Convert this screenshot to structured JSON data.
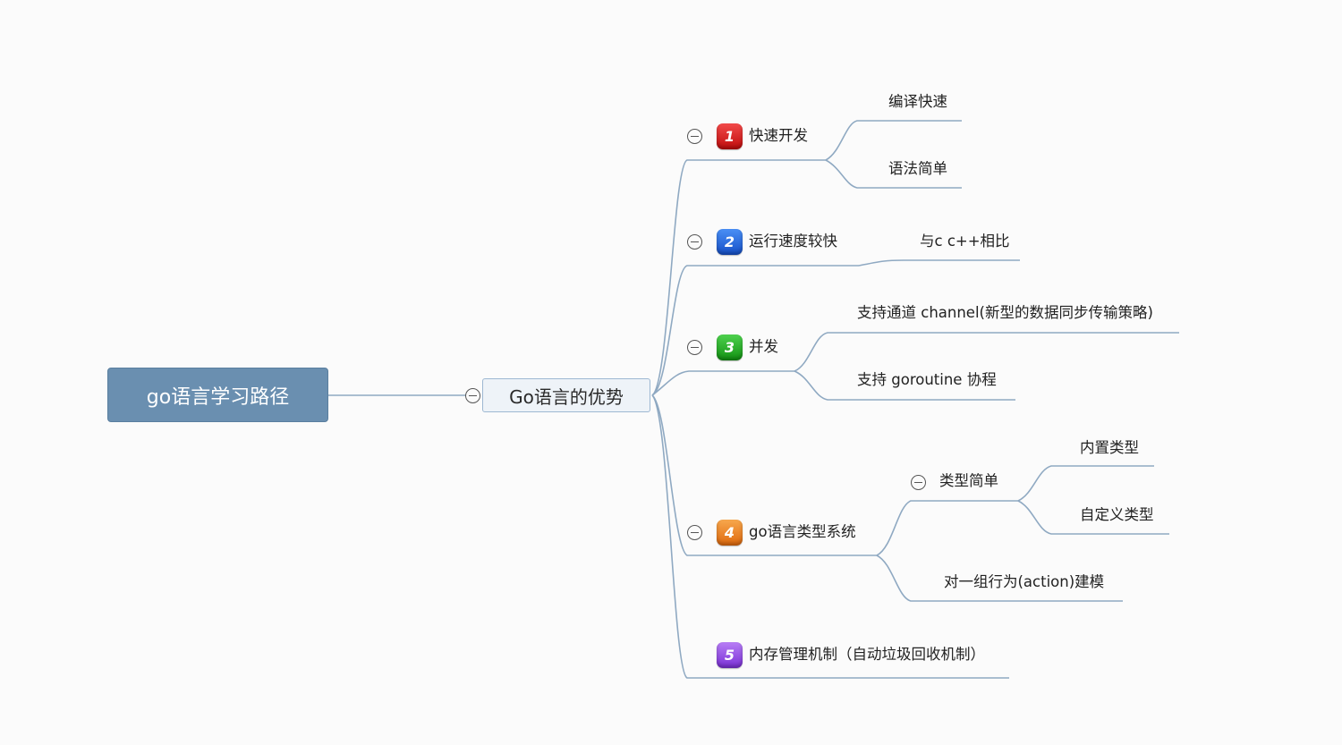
{
  "root": {
    "label": "go语言学习路径"
  },
  "center": {
    "label": "Go语言的优势"
  },
  "colors": {
    "root_fill": "#6a8fb0",
    "line": "#8fa9c2",
    "badge_1": "#d91c1c",
    "badge_2": "#2a6fe0",
    "badge_3": "#23b023",
    "badge_4": "#f08a27",
    "badge_5": "#9a52e8"
  },
  "branches": [
    {
      "number": "1",
      "label": "快速开发",
      "children": [
        "编译快速",
        "语法简单"
      ]
    },
    {
      "number": "2",
      "label": "运行速度较快",
      "children": [
        "与c c++相比"
      ]
    },
    {
      "number": "3",
      "label": "并发",
      "children": [
        "支持通道 channel(新型的数据同步传输策略)",
        "支持 goroutine  协程"
      ]
    },
    {
      "number": "4",
      "label": "go语言类型系统",
      "subtopic": {
        "label": "类型简单",
        "children": [
          "内置类型",
          "自定义类型"
        ]
      },
      "children": [
        "对一组行为(action)建模"
      ]
    },
    {
      "number": "5",
      "label": "内存管理机制（自动垃圾回收机制）",
      "children": []
    }
  ]
}
